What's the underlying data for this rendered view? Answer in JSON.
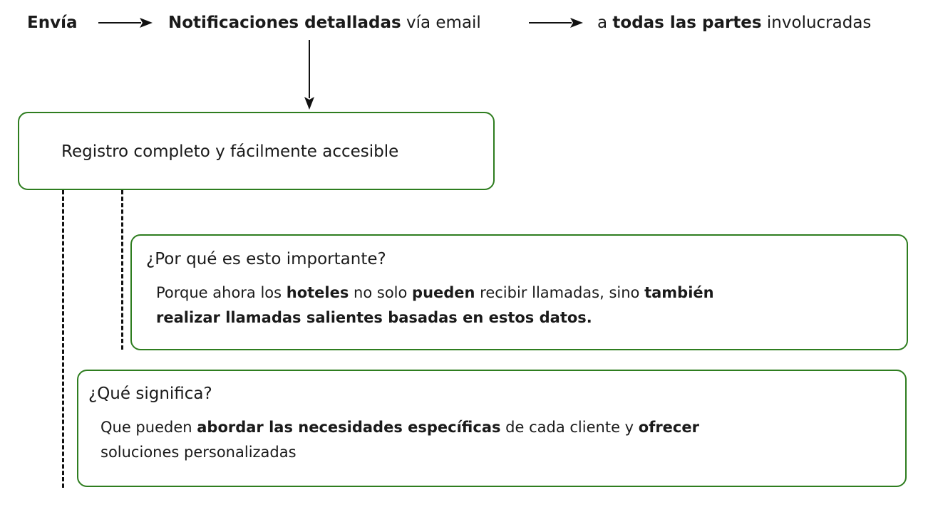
{
  "top_row": {
    "send_label": "Envía",
    "notif_bold": "Notificaciones detalladas",
    "notif_rest": " vía email",
    "parties_prefix": "a ",
    "parties_bold": "todas las partes",
    "parties_rest": " involucradas"
  },
  "record_box": {
    "label": "Registro completo y fácilmente accesible"
  },
  "importance_box": {
    "question": "¿Por qué es esto importante?",
    "line1_a": "Porque ahora los ",
    "line1_b": "hoteles",
    "line1_c": " no solo ",
    "line1_d": "pueden",
    "line1_e": " recibir llamadas, sino ",
    "line1_f": "también",
    "line2": "realizar llamadas salientes basadas en estos datos."
  },
  "meaning_box": {
    "question": "¿Qué significa?",
    "line1_a": "Que pueden ",
    "line1_b": "abordar las necesidades específicas",
    "line1_c": " de cada cliente y ",
    "line1_d": "ofrecer",
    "line2": "soluciones personalizadas"
  },
  "colors": {
    "box_border": "#2e7d1f",
    "text": "#1a1a1a",
    "arrow": "#111111"
  }
}
